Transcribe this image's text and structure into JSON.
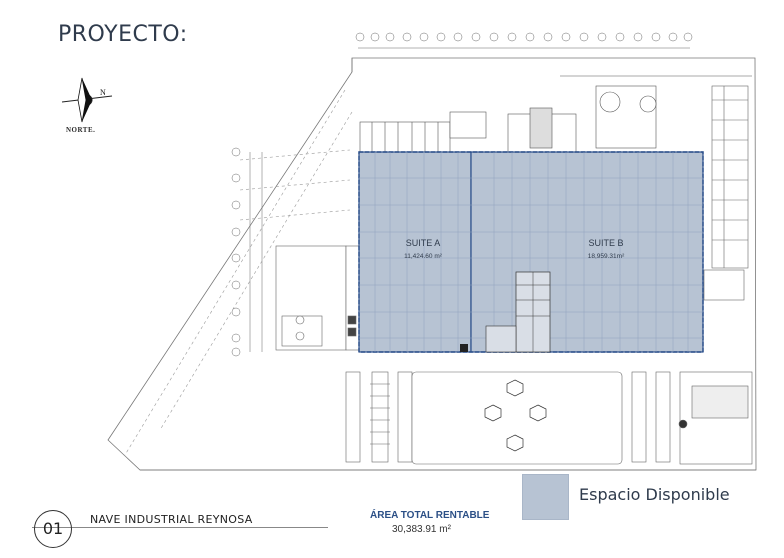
{
  "title": "PROYECTO:",
  "compass": {
    "label": "NORTE.",
    "letter": "N",
    "icon": "north-arrow-icon"
  },
  "plan": {
    "suite_a": {
      "name": "SUITE A",
      "area": "11,424.60 m²"
    },
    "suite_b": {
      "name": "SUITE B",
      "area": "18,959.31m²"
    }
  },
  "legend": {
    "label": "Espacio Disponible",
    "color": "#b7c3d3"
  },
  "footer": {
    "number": "01",
    "project_name": "NAVE INDUSTRIAL REYNOSA",
    "area_label": "ÁREA TOTAL RENTABLE",
    "area_value": "30,383.91 m²"
  }
}
